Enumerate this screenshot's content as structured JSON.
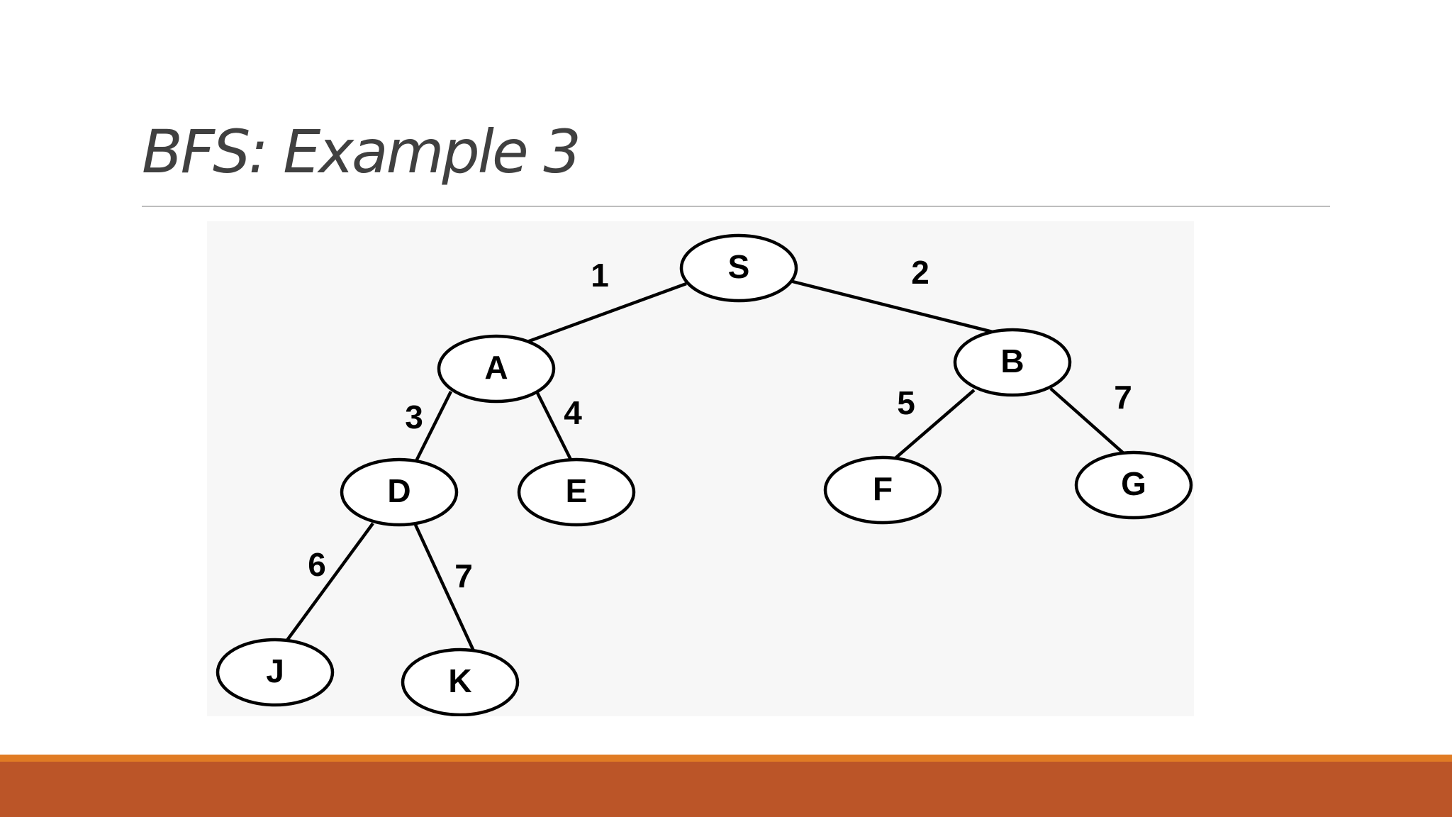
{
  "slide": {
    "title": "BFS: Example 3"
  },
  "colors": {
    "title_text": "#404040",
    "rule": "#bdbdbd",
    "figure_background": "#f7f7f7",
    "accent_stripe": "#e07b24",
    "footer_bar": "#bb5528"
  },
  "tree": {
    "nodes": [
      {
        "id": "S",
        "label": "S"
      },
      {
        "id": "A",
        "label": "A"
      },
      {
        "id": "B",
        "label": "B"
      },
      {
        "id": "D",
        "label": "D"
      },
      {
        "id": "E",
        "label": "E"
      },
      {
        "id": "F",
        "label": "F"
      },
      {
        "id": "G",
        "label": "G"
      },
      {
        "id": "J",
        "label": "J"
      },
      {
        "id": "K",
        "label": "K"
      }
    ],
    "edges": [
      {
        "from": "S",
        "to": "A",
        "label": "1"
      },
      {
        "from": "S",
        "to": "B",
        "label": "2"
      },
      {
        "from": "A",
        "to": "D",
        "label": "3"
      },
      {
        "from": "A",
        "to": "E",
        "label": "4"
      },
      {
        "from": "B",
        "to": "F",
        "label": "5"
      },
      {
        "from": "B",
        "to": "G",
        "label": "7"
      },
      {
        "from": "D",
        "to": "J",
        "label": "6"
      },
      {
        "from": "D",
        "to": "K",
        "label": "7"
      }
    ]
  }
}
